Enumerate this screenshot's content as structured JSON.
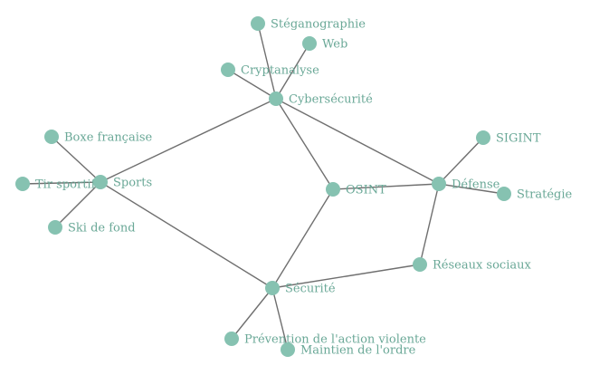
{
  "graph": {
    "colors": {
      "node": "#86c2b1",
      "label": "#6aa897",
      "edge": "#6f6f6f"
    },
    "nodes": [
      {
        "id": "steganographie",
        "label": "Stéganographie"
      },
      {
        "id": "web",
        "label": "Web"
      },
      {
        "id": "cryptanalyse",
        "label": "Cryptanalyse"
      },
      {
        "id": "cybersecurite",
        "label": "Cybersécurité"
      },
      {
        "id": "boxe-francaise",
        "label": "Boxe française"
      },
      {
        "id": "sigint",
        "label": "SIGINT"
      },
      {
        "id": "tir-sportif",
        "label": "Tir sportif"
      },
      {
        "id": "sports",
        "label": "Sports"
      },
      {
        "id": "osint",
        "label": "OSINT"
      },
      {
        "id": "defense",
        "label": "Défense"
      },
      {
        "id": "strategie",
        "label": "Stratégie"
      },
      {
        "id": "ski-de-fond",
        "label": "Ski de fond"
      },
      {
        "id": "reseaux-sociaux",
        "label": "Réseaux sociaux"
      },
      {
        "id": "securite",
        "label": "Sécurité"
      },
      {
        "id": "prevention",
        "label": "Prévention de l'action violente"
      },
      {
        "id": "maintien",
        "label": "Maintien de l'ordre"
      }
    ],
    "edges": [
      [
        "steganographie",
        "cybersecurite"
      ],
      [
        "web",
        "cybersecurite"
      ],
      [
        "cryptanalyse",
        "cybersecurite"
      ],
      [
        "cybersecurite",
        "sports"
      ],
      [
        "cybersecurite",
        "osint"
      ],
      [
        "cybersecurite",
        "defense"
      ],
      [
        "boxe-francaise",
        "sports"
      ],
      [
        "tir-sportif",
        "sports"
      ],
      [
        "ski-de-fond",
        "sports"
      ],
      [
        "sports",
        "securite"
      ],
      [
        "osint",
        "defense"
      ],
      [
        "osint",
        "securite"
      ],
      [
        "sigint",
        "defense"
      ],
      [
        "defense",
        "strategie"
      ],
      [
        "defense",
        "reseaux-sociaux"
      ],
      [
        "reseaux-sociaux",
        "securite"
      ],
      [
        "securite",
        "prevention"
      ],
      [
        "securite",
        "maintien"
      ]
    ]
  }
}
